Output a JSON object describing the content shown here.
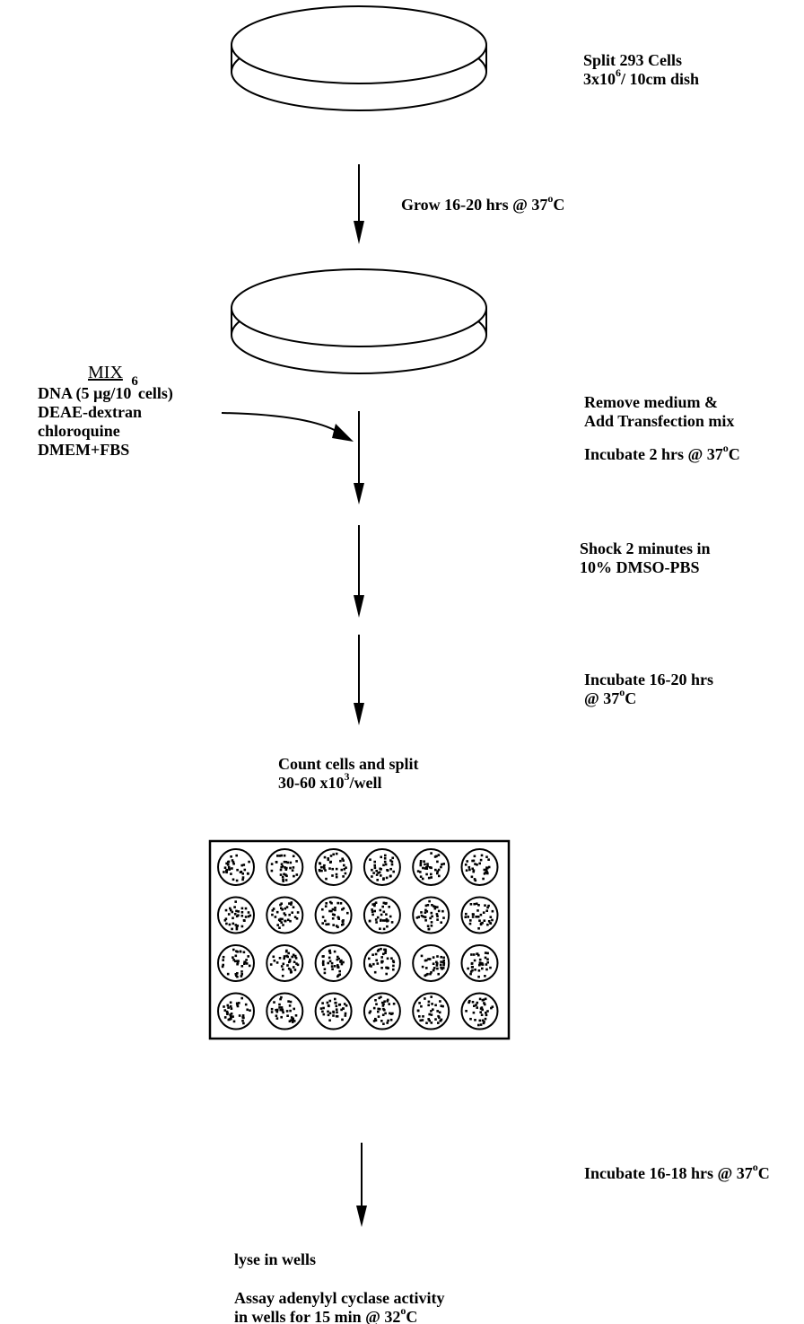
{
  "steps": {
    "split": {
      "line1": "Split 293 Cells",
      "line2_pre": "3x10",
      "line2_sup": "6",
      "line2_post": "/ 10cm dish"
    },
    "grow": {
      "pre": "Grow 16-20 hrs @ 37",
      "sup": "o",
      "post": "C"
    },
    "remove": {
      "line1": "Remove medium &",
      "line2": "Add Transfection mix"
    },
    "incubate2": {
      "pre": "Incubate 2 hrs @ 37",
      "sup": "o",
      "post": "C"
    },
    "shock": {
      "line1": "Shock 2 minutes in",
      "line2": "10% DMSO-PBS"
    },
    "incubate16": {
      "line1": "Incubate 16-20 hrs",
      "line2_pre": "@ 37",
      "line2_sup": "o",
      "line2_post": "C"
    },
    "count": {
      "line1": "Count cells and split",
      "line2_pre": "30-60 x10",
      "line2_sup": "3",
      "line2_post": "/well"
    },
    "incubate18": {
      "pre": "Incubate 16-18 hrs @ 37",
      "sup": "o",
      "post": "C"
    },
    "lyse": "lyse in wells",
    "assay": {
      "line1": "Assay adenylyl cyclase activity",
      "line2_pre": "in wells for 15 min @ 32",
      "line2_sup": "o",
      "line2_post": "C"
    }
  },
  "mix": {
    "title": "MIX",
    "dna_pre": "DNA (5 µg/10",
    "dna_sup": "6",
    "dna_post": "cells)",
    "items": [
      "DEAE-dextran",
      "chloroquine",
      "DMEM+FBS"
    ]
  },
  "plate": {
    "rows": 4,
    "cols": 6
  }
}
